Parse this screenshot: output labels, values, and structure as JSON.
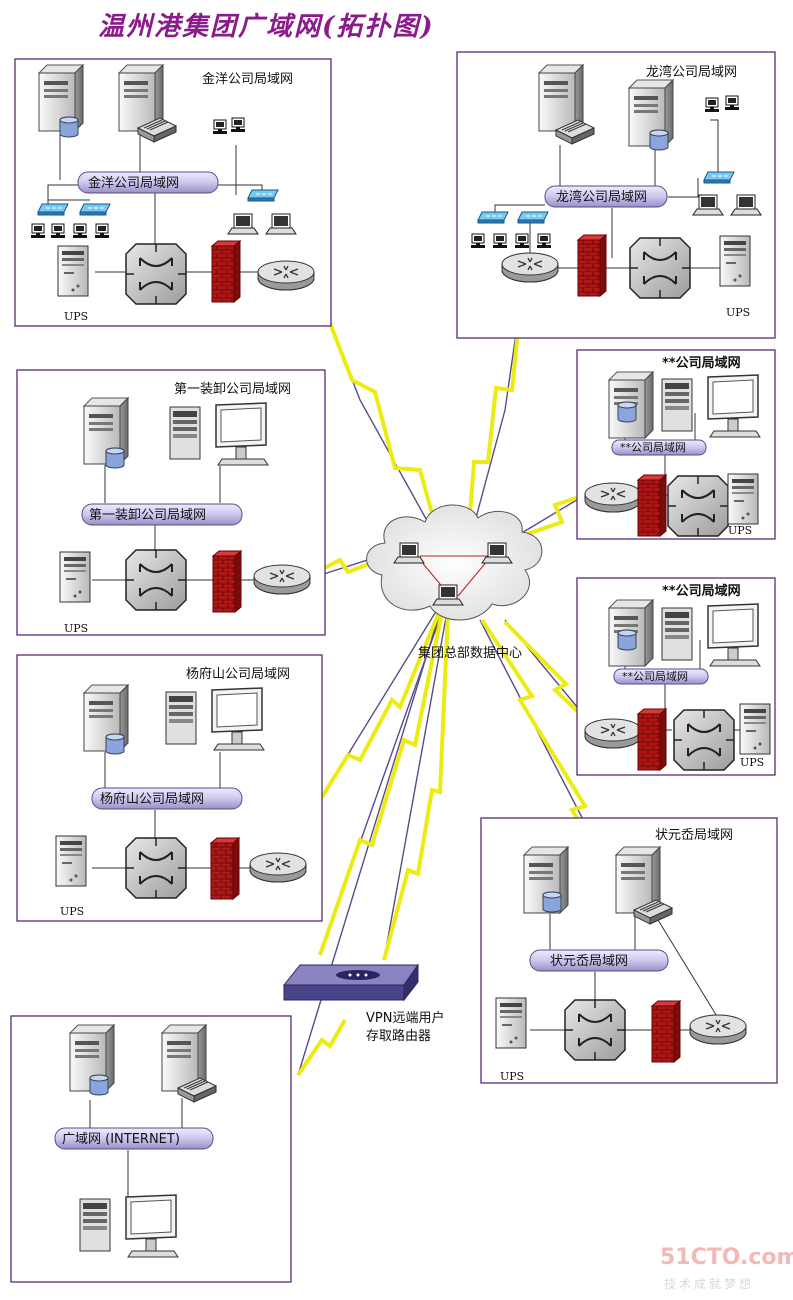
{
  "title": "温州港集团广域网(拓扑图)",
  "panels": {
    "jinyang": {
      "title": "金洋公司局域网",
      "bus": "金洋公司局域网",
      "ups": "UPS"
    },
    "longwan": {
      "title": "龙湾公司局域网",
      "bus": "龙湾公司局域网",
      "ups": "UPS"
    },
    "diyi": {
      "title": "第一装卸公司局域网",
      "bus": "第一装卸公司局域网",
      "ups": "UPS"
    },
    "xx1": {
      "title": "**公司局域网",
      "bus": "**公司局域网",
      "ups": "UPS"
    },
    "xx2": {
      "title": "**公司局域网",
      "bus": "**公司局域网",
      "ups": "UPS"
    },
    "yangfu": {
      "title": "杨府山公司局域网",
      "bus": "杨府山公司局域网",
      "ups": "UPS"
    },
    "zhuang": {
      "title": "状元岙局域网",
      "bus": "状元岙局域网",
      "ups": "UPS"
    },
    "wan": {
      "bus": "广域网 (INTERNET)"
    }
  },
  "center": {
    "label": "集团总部数据中心"
  },
  "vpn": {
    "line1": "VPN远端用户",
    "line2": "存取路由器"
  },
  "watermark": {
    "logo": "51CTO.com",
    "slogan": "技术成就梦想"
  },
  "colors": {
    "title": "#8b1a8b",
    "panel_border": "#4a1a6a",
    "lightning": "#f5f000",
    "firewall": "#b01818",
    "bus": "#d8d2f0"
  }
}
